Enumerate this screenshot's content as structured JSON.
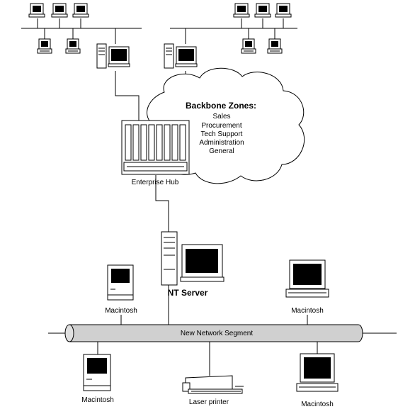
{
  "backbone": {
    "title": "Backbone Zones:",
    "zones": [
      "Sales",
      "Procurement",
      "Tech Support",
      "Administration",
      "General"
    ]
  },
  "hub": {
    "label": "Enterprise Hub"
  },
  "server": {
    "label": "NT Server"
  },
  "segment": {
    "label": "New Network Segment"
  },
  "devices": {
    "mac_top_left": "Macintosh",
    "mac_top_right": "Macintosh",
    "mac_bottom_left": "Macintosh",
    "mac_bottom_right": "Macintosh",
    "printer": "Laser printer"
  }
}
